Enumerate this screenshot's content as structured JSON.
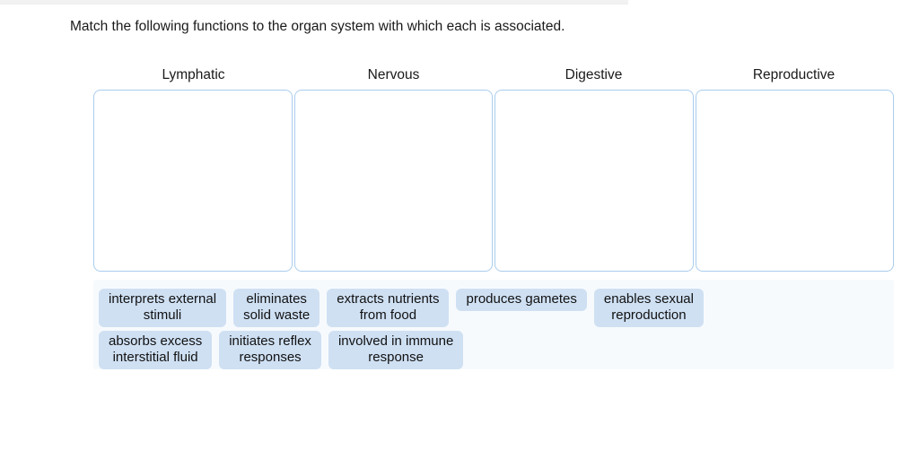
{
  "instruction": "Match the following functions to the organ system with which each is associated.",
  "columns": [
    {
      "label": "Lymphatic",
      "dropzone_name": "dropzone-lymphatic"
    },
    {
      "label": "Nervous",
      "dropzone_name": "dropzone-nervous"
    },
    {
      "label": "Digestive",
      "dropzone_name": "dropzone-digestive"
    },
    {
      "label": "Reproductive",
      "dropzone_name": "dropzone-reproductive"
    }
  ],
  "tile_bank": {
    "rows": [
      [
        {
          "text": "interprets external\nstimuli"
        },
        {
          "text": "eliminates\nsolid waste"
        },
        {
          "text": "extracts nutrients\nfrom food"
        },
        {
          "text": "produces gametes"
        },
        {
          "text": "enables sexual\nreproduction"
        }
      ],
      [
        {
          "text": "absorbs excess\ninterstitial fluid"
        },
        {
          "text": "initiates reflex\nresponses"
        },
        {
          "text": "involved in immune\nresponse"
        }
      ]
    ]
  },
  "colors": {
    "tile_background": "#cfe0f3",
    "dropzone_border": "#a9cdee",
    "bank_background": "#f7fafd",
    "text": "#111111"
  }
}
